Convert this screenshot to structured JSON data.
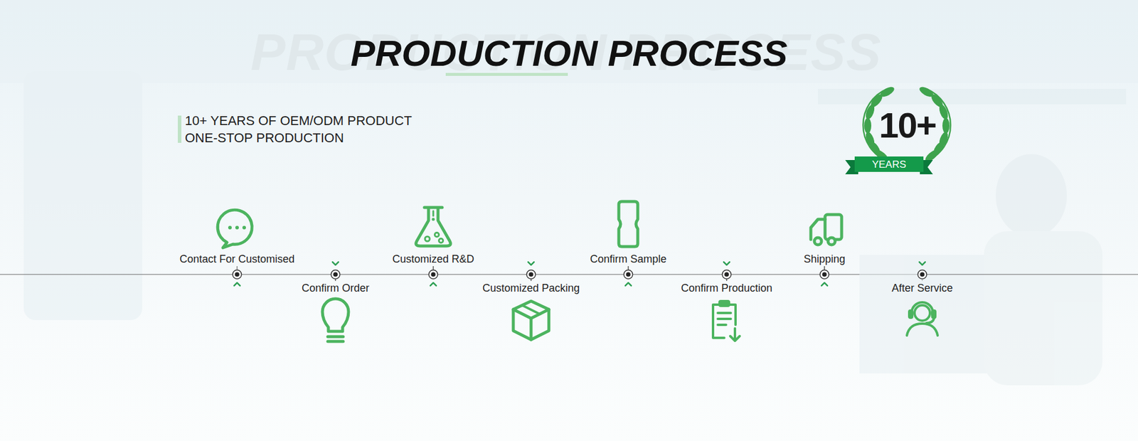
{
  "diagram": {
    "title": "PRODUCTION PROCESS",
    "nodes": [
      {
        "text": [
          "Contact For Customised"
        ]
      },
      {
        "text": [
          "Confirm Order"
        ]
      },
      {
        "text": [
          "Customized R&D"
        ]
      },
      {
        "text": [
          "Customized Packing"
        ]
      },
      {
        "text": [
          "Confirm Sample"
        ]
      },
      {
        "text": [
          "Confirm Production"
        ]
      },
      {
        "text": [
          "Shipping"
        ]
      },
      {
        "text": [
          "After Service"
        ]
      }
    ],
    "edges": [
      {
        "from": 0,
        "to": 1,
        "arrow": "none"
      },
      {
        "from": 1,
        "to": 2,
        "arrow": "none"
      },
      {
        "from": 2,
        "to": 3,
        "arrow": "none"
      },
      {
        "from": 3,
        "to": 4,
        "arrow": "none"
      },
      {
        "from": 4,
        "to": 5,
        "arrow": "none"
      },
      {
        "from": 5,
        "to": 6,
        "arrow": "none"
      },
      {
        "from": 6,
        "to": 7,
        "arrow": "none"
      }
    ],
    "labels": [
      "PRODUCTION PROCESS",
      "10+ YEARS OF OEM/ODM PRODUCT",
      "ONE-STOP PRODUCTION",
      "10+",
      "YEARS"
    ]
  }
}
